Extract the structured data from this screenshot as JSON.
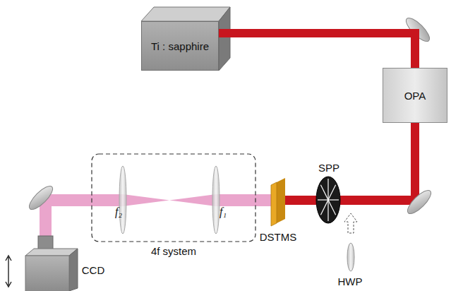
{
  "diagram": {
    "nodes": [
      {
        "text": [
          "Ti : sapphire"
        ]
      },
      {
        "text": [
          "OPA"
        ]
      }
    ],
    "edges": [
      {
        "from": 0,
        "to": 1,
        "arrow": "none"
      }
    ],
    "labels": [
      "SPP",
      "DSTMS",
      "HWP",
      "f₂",
      "f₁",
      "4f system",
      "CCD"
    ]
  }
}
